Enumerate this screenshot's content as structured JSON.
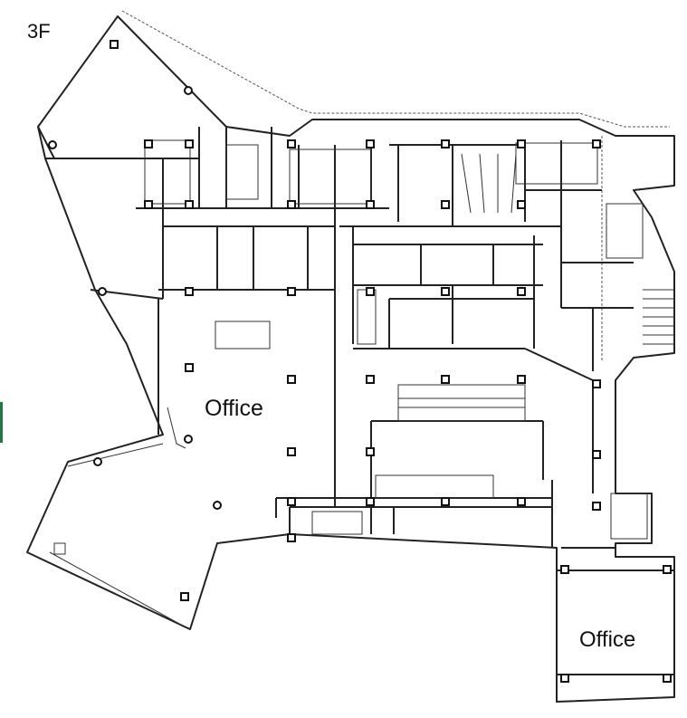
{
  "floor": {
    "label": "3F"
  },
  "rooms": [
    {
      "id": "main-office",
      "label": "Office"
    },
    {
      "id": "annex-office",
      "label": "Office"
    }
  ],
  "colors": {
    "walls": "#222222",
    "background": "#ffffff",
    "marker": "#1e7a45"
  }
}
